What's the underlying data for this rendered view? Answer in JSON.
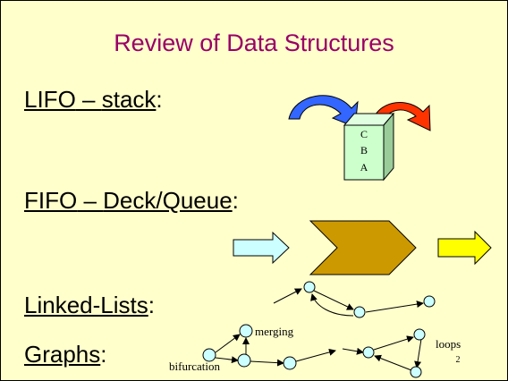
{
  "slide": {
    "title": "Review of Data Structures",
    "page_number": "2"
  },
  "lifo": {
    "label": "LIFO",
    "separator": " – ",
    "suffix_label": "stack",
    "colon": ":",
    "stack_items": [
      "C",
      "B",
      "A"
    ]
  },
  "fifo": {
    "label": "FIFO",
    "separator": " – ",
    "suffix_label": "Deck/Queue",
    "colon": ":"
  },
  "linked": {
    "label": "Linked-Lists",
    "colon": ":"
  },
  "graphs": {
    "label": "Graphs",
    "colon": ":",
    "annotations": {
      "merging": "merging",
      "bifurcation": "bifurcation",
      "loops": "loops"
    }
  },
  "colors": {
    "background": "#ffffcc",
    "title": "#990066",
    "push_arrow": "#3366ff",
    "pop_arrow": "#ff3300",
    "stack_box": "#ccffcc",
    "queue_chevron": "#cc9900",
    "input_arrow": "#ccffff",
    "output_arrow": "#ffff00",
    "node_fill": "#ccffff"
  }
}
